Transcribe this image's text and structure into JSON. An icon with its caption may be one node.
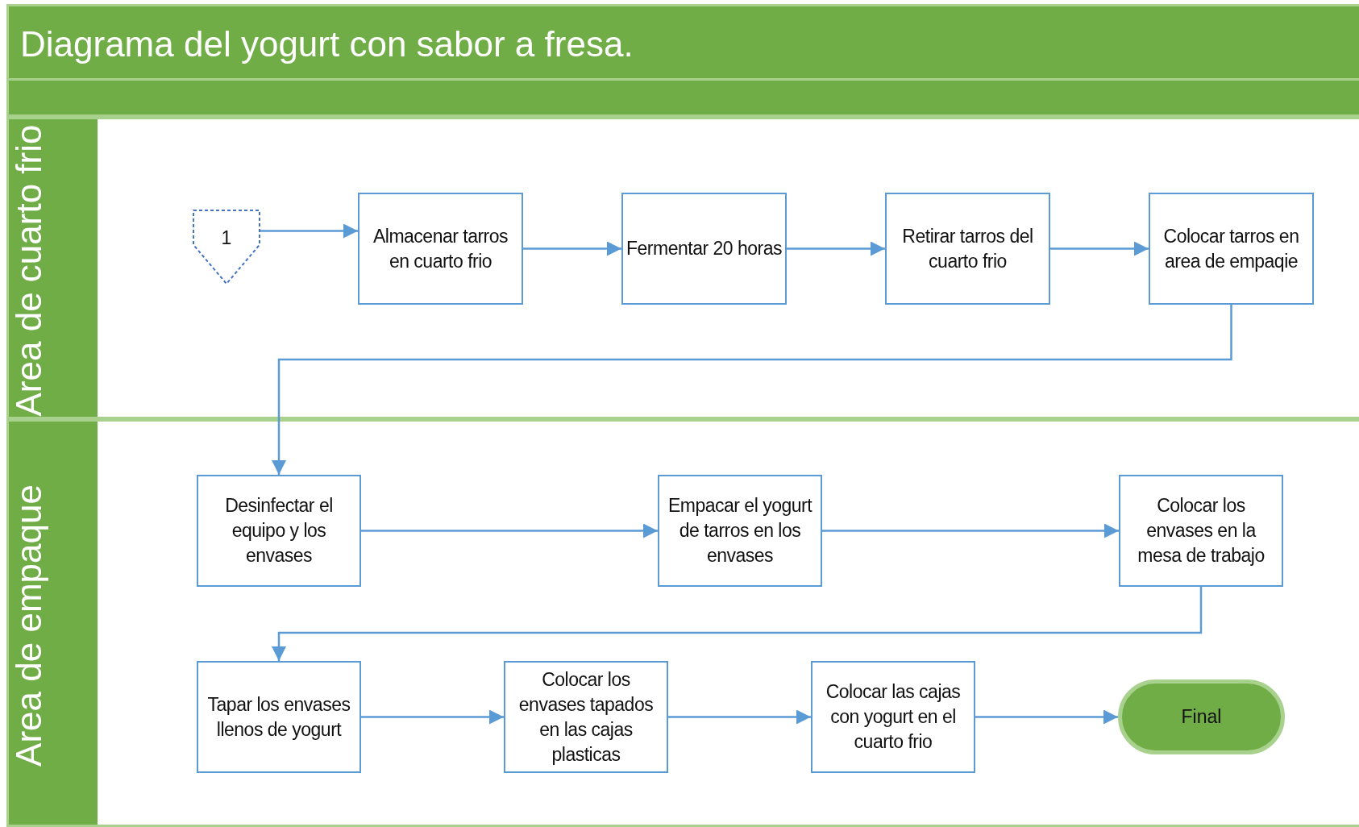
{
  "diagram": {
    "title": "Diagrama del yogurt con sabor a fresa.",
    "nodes": [
      {
        "text": [
          "Area de cuarto frio"
        ]
      },
      {
        "text": [
          "1"
        ],
        "in": 0
      },
      {
        "text": [
          "Almacenar tarros en cuarto frio"
        ],
        "in": 0
      },
      {
        "text": [
          "Fermentar 20 horas"
        ],
        "in": 0
      },
      {
        "text": [
          "Retirar tarros del cuarto frio"
        ],
        "in": 0
      },
      {
        "text": [
          "Colocar tarros en area de empaqie"
        ],
        "in": 0
      },
      {
        "text": [
          "Area de empaque"
        ]
      },
      {
        "text": [
          "Desinfectar el equipo y los envases"
        ],
        "in": 6
      },
      {
        "text": [
          "Empacar el yogurt de tarros en los envases"
        ],
        "in": 6
      },
      {
        "text": [
          "Colocar los envases en la mesa de trabajo"
        ],
        "in": 6
      },
      {
        "text": [
          "Tapar los envases llenos de yogurt"
        ],
        "in": 6
      },
      {
        "text": [
          "Colocar los envases tapados en las cajas plasticas"
        ],
        "in": 6
      },
      {
        "text": [
          "Colocar las cajas con yogurt en el cuarto frio"
        ],
        "in": 6
      },
      {
        "text": [
          "Final"
        ],
        "in": 6
      }
    ],
    "edges": [
      {
        "from": 1,
        "to": 2,
        "arrow": "to"
      },
      {
        "from": 2,
        "to": 3,
        "arrow": "to"
      },
      {
        "from": 3,
        "to": 4,
        "arrow": "to"
      },
      {
        "from": 4,
        "to": 5,
        "arrow": "to"
      },
      {
        "from": 5,
        "to": 7,
        "arrow": "to"
      },
      {
        "from": 7,
        "to": 8,
        "arrow": "to"
      },
      {
        "from": 8,
        "to": 9,
        "arrow": "to"
      },
      {
        "from": 9,
        "to": 10,
        "arrow": "to"
      },
      {
        "from": 10,
        "to": 11,
        "arrow": "to"
      },
      {
        "from": 11,
        "to": 12,
        "arrow": "to"
      },
      {
        "from": 12,
        "to": 13,
        "arrow": "to"
      }
    ]
  }
}
